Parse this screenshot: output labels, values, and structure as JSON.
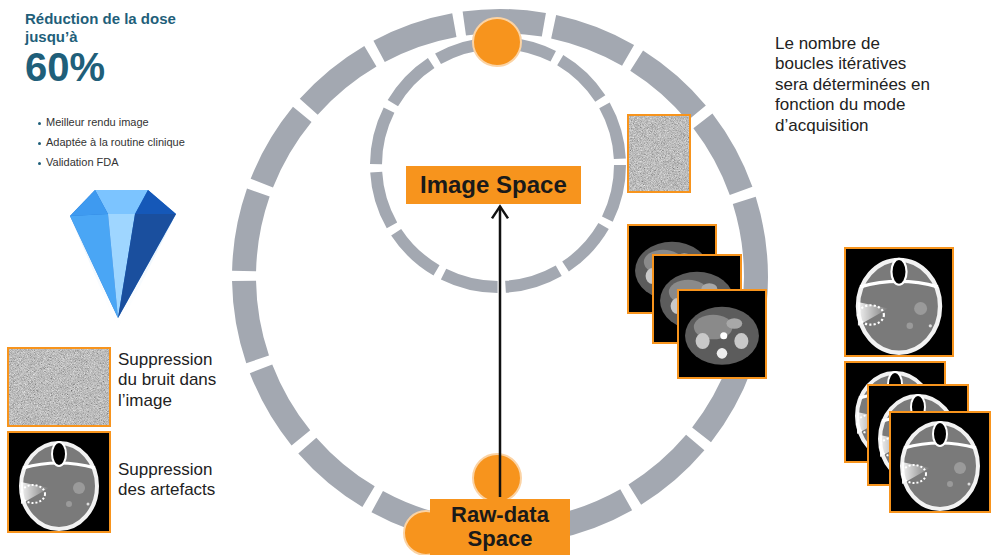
{
  "diagram": {
    "nodes": [
      {
        "text": [
          "Image Space"
        ]
      },
      {
        "text": [
          "Raw-data Space"
        ]
      }
    ],
    "edges": [
      {
        "from": 1,
        "to": 0,
        "arrow": "to"
      }
    ],
    "labels": [
      "Réduction de la dose jusqu’à",
      "60%",
      "Meilleur rendu image",
      "Adaptée à la routine clinique",
      "Validation FDA",
      "Le nombre de boucles itératives sera déterminées en fonction du mode d’acquisition",
      "Suppression du bruit dans l’image",
      "Suppression des artefacts"
    ]
  }
}
